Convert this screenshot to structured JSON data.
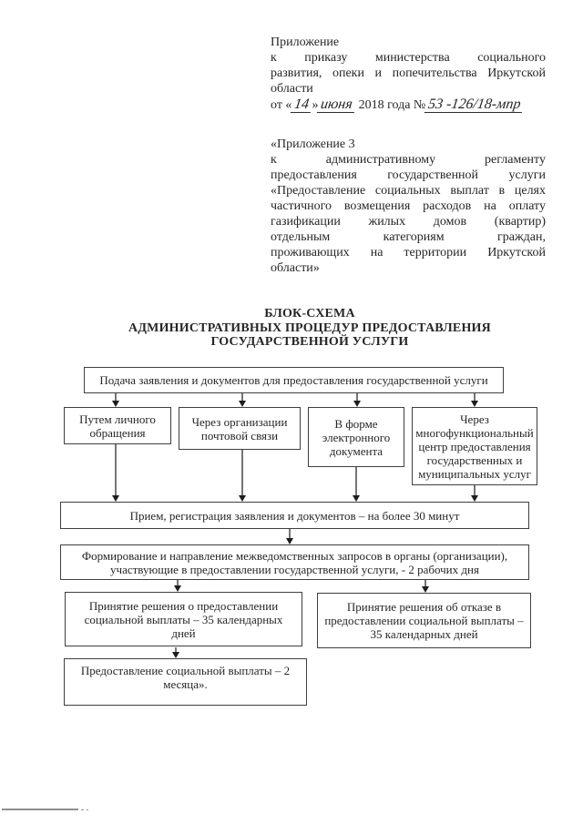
{
  "colors": {
    "ink": "#262626",
    "box_border": "#3f3f3f",
    "arrow_stem": "#757575",
    "arrow_head": "#1d1d1d"
  },
  "appendix_note": {
    "lines": [
      "Приложение",
      "к приказу министерства социального",
      "развития, опеки и попечительства Иркутской",
      "области"
    ],
    "date": {
      "prefix": "от «",
      "day": "14",
      "close": "»",
      "month": "июня",
      "mid": " 2018 года №",
      "number": "53 -126/18-мпр"
    }
  },
  "appendix3_note": {
    "lines": [
      "«Приложение 3",
      "к административному регламенту",
      "предоставления государственной услуги",
      "«Предоставление социальных выплат в целях",
      "частичного возмещения расходов на оплату",
      "газификации жилых домов (квартир)",
      "отдельным категориям граждан,",
      "проживающих на территории Иркутской",
      "области»"
    ]
  },
  "title": {
    "lines": [
      "БЛОК-СХЕМА",
      "АДМИНИСТРАТИВНЫХ ПРОЦЕДУР ПРЕДОСТАВЛЕНИЯ",
      "ГОСУДАРСТВЕННОЙ УСЛУГИ"
    ]
  },
  "flowchart": {
    "submit": "Подача заявления и документов для предоставления государственной услуги",
    "personal": "Путем личного обращения",
    "mail": "Через организации почтовой связи",
    "electronic": "В форме электронного документа",
    "mfc": "Через многофункциональный центр предоставления государственных и муниципальных услуг",
    "reception": "Прием, регистрация заявления и документов – на более 30 минут",
    "requests": "Формирование и направление межведомственных запросов в органы (организации), участвующие в предоставлении государственной услуги, - 2 рабочих дня",
    "grant": "Принятие решения о предоставлении социальной выплаты – 35 календарных дней",
    "refuse": "Принятие решения об отказе в предоставлении социальной выплаты – 35 календарных дней",
    "payment": "Предоставление социальной выплаты – 2 месяца»."
  }
}
